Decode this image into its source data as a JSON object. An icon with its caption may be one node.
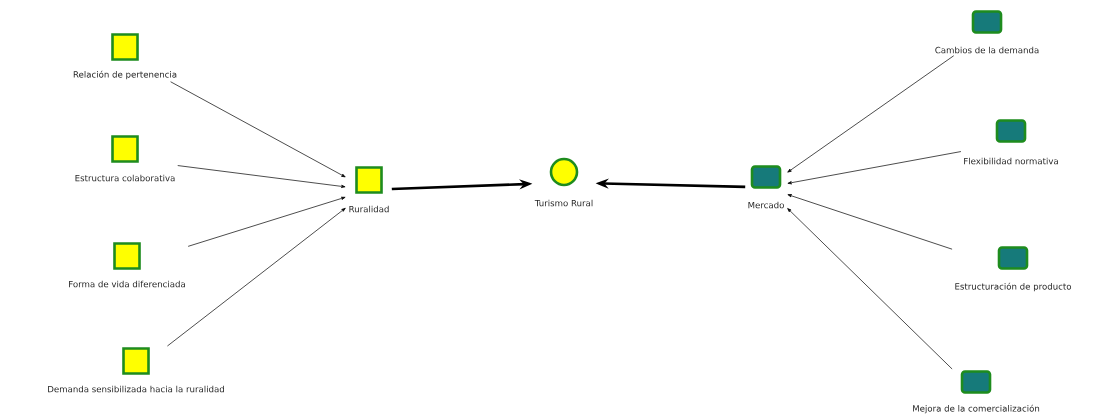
{
  "diagram": {
    "nodes": [
      {
        "text": [
          "Relación de pertenencia"
        ]
      },
      {
        "text": [
          "Estructura colaborativa"
        ]
      },
      {
        "text": [
          "Forma de vida diferenciada"
        ]
      },
      {
        "text": [
          "Demanda sensibilizada hacia la ruralidad"
        ]
      },
      {
        "text": [
          "Ruralidad"
        ]
      },
      {
        "text": [
          "Turismo Rural"
        ]
      },
      {
        "text": [
          "Mercado"
        ]
      },
      {
        "text": [
          "Cambios de la demanda"
        ]
      },
      {
        "text": [
          "Flexibilidad normativa"
        ]
      },
      {
        "text": [
          "Estructuración de producto"
        ]
      },
      {
        "text": [
          "Mejora de la comercialización"
        ]
      }
    ],
    "edges": [
      {
        "from": 0,
        "to": 4,
        "arrow": "to"
      },
      {
        "from": 1,
        "to": 4,
        "arrow": "to"
      },
      {
        "from": 2,
        "to": 4,
        "arrow": "to"
      },
      {
        "from": 3,
        "to": 4,
        "arrow": "to"
      },
      {
        "from": 4,
        "to": 5,
        "arrow": "to",
        "style": "thick"
      },
      {
        "from": 6,
        "to": 5,
        "arrow": "to",
        "style": "thick"
      },
      {
        "from": 7,
        "to": 6,
        "arrow": "to"
      },
      {
        "from": 8,
        "to": 6,
        "arrow": "to"
      },
      {
        "from": 9,
        "to": 6,
        "arrow": "to"
      },
      {
        "from": 10,
        "to": 6,
        "arrow": "to"
      }
    ]
  }
}
